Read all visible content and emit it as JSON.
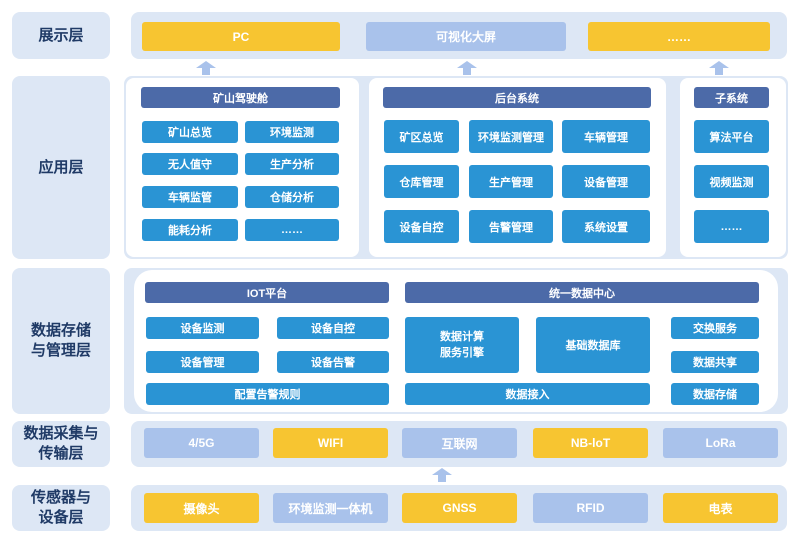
{
  "colors": {
    "panel": "#dde7f5",
    "yellow": "#f7c531",
    "light_blue": "#a9c2eb",
    "blue": "#2a94d4",
    "header": "#4c6aa8",
    "label_text": "#1f3a66"
  },
  "layers": {
    "display": "展示层",
    "application": "应用层",
    "data_storage": "数据存储\n与管理层",
    "data_collection": "数据采集与\n传输层",
    "sensor": "传感器与\n设备层"
  },
  "display": {
    "pc": "PC",
    "big_screen": "可视化大屏",
    "more": "……"
  },
  "application": {
    "mine_cockpit": {
      "title": "矿山驾驶舱",
      "items": [
        "矿山总览",
        "环境监测",
        "无人值守",
        "生产分析",
        "车辆监管",
        "仓储分析",
        "能耗分析",
        "……"
      ]
    },
    "backend": {
      "title": "后台系统",
      "items": [
        "矿区总览",
        "环境监测管理",
        "车辆管理",
        "仓库管理",
        "生产管理",
        "设备管理",
        "设备自控",
        "告警管理",
        "系统设置"
      ]
    },
    "subsystem": {
      "title": "子系统",
      "items": [
        "算法平台",
        "视频监测",
        "……"
      ]
    }
  },
  "data_storage": {
    "iot": {
      "title": "IOT平台",
      "items": [
        "设备监测",
        "设备自控",
        "设备管理",
        "设备告警"
      ],
      "bottom": "配置告警规则"
    },
    "center": {
      "title": "统一数据中心",
      "compute": "数据计算\n服务引擎",
      "base_db": "基础数据库",
      "access": "数据接入",
      "right_items": [
        "交换服务",
        "数据共享",
        "数据存储"
      ]
    }
  },
  "collection": {
    "items": [
      "4/5G",
      "WIFI",
      "互联网",
      "NB-loT",
      "LoRa"
    ]
  },
  "sensors": {
    "items": [
      "摄像头",
      "环境监测一体机",
      "GNSS",
      "RFID",
      "电表"
    ]
  }
}
